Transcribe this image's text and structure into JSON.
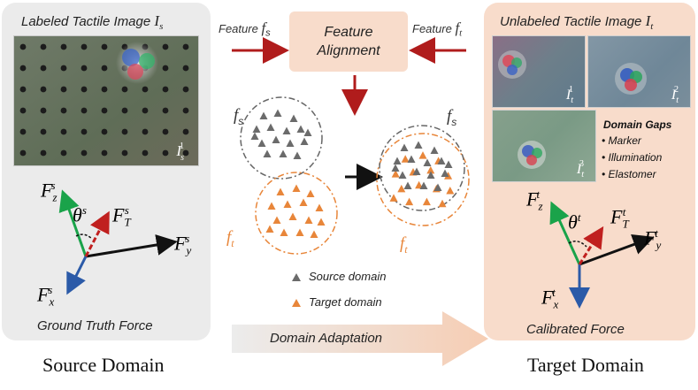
{
  "left_panel": {
    "title": "Labeled Tactile Image",
    "title_symbol": "I",
    "title_symbol_sub": "s",
    "image_label": "I",
    "image_label_sub": "s",
    "image_label_sup": "1",
    "force_labels": {
      "fz": "F",
      "fz_sub": "z",
      "fz_sup": "s",
      "ft": "F",
      "ft_sub": "T",
      "ft_sup": "s",
      "fy": "F",
      "fy_sub": "y",
      "fy_sup": "s",
      "fx": "F",
      "fx_sub": "x",
      "fx_sup": "s",
      "theta": "θ",
      "theta_sup": "s"
    },
    "subtitle": "Ground Truth Force",
    "caption": "Source Domain"
  },
  "center": {
    "feature_left_label": "Feature",
    "feature_left_symbol": "f",
    "feature_left_sub": "s",
    "feature_right_label": "Feature",
    "feature_right_symbol": "f",
    "feature_right_sub": "t",
    "alignment_line1": "Feature",
    "alignment_line2": "Alignment",
    "fs_label_left": "f",
    "fs_label_left_sub": "s",
    "ft_label_left": "f",
    "ft_label_left_sub": "t",
    "fs_label_right": "f",
    "fs_label_right_sub": "s",
    "ft_label_right": "f",
    "ft_label_right_sub": "t",
    "legend_source": "Source domain",
    "legend_target": "Target domain",
    "adaptation_label": "Domain Adaptation"
  },
  "right_panel": {
    "title": "Unlabeled Tactile Image",
    "title_symbol": "I",
    "title_symbol_sub": "t",
    "images": [
      {
        "label": "I",
        "sub": "t",
        "sup": "1"
      },
      {
        "label": "I",
        "sub": "t",
        "sup": "2"
      },
      {
        "label": "I",
        "sub": "t",
        "sup": "3"
      }
    ],
    "gaps_title": "Domain Gaps",
    "gaps": [
      "Marker",
      "Illumination",
      "Elastomer"
    ],
    "force_labels": {
      "fz": "F",
      "fz_sub": "z",
      "fz_sup": "t",
      "ft": "F",
      "ft_sub": "T",
      "ft_sup": "t",
      "fy": "F",
      "fy_sub": "y",
      "fy_sup": "t",
      "fx": "F",
      "fx_sub": "x",
      "fx_sup": "t",
      "theta": "θ",
      "theta_sup": "t"
    },
    "subtitle": "Calibrated Force",
    "caption": "Target Domain"
  },
  "colors": {
    "panel_left": "#ebebeb",
    "panel_right": "#f8dccb",
    "arrow_red": "#b01c1c",
    "source_marker": "#6b6b6b",
    "target_marker": "#e8863a",
    "force_green": "#1aa34a",
    "force_blue": "#2b5aa8"
  }
}
